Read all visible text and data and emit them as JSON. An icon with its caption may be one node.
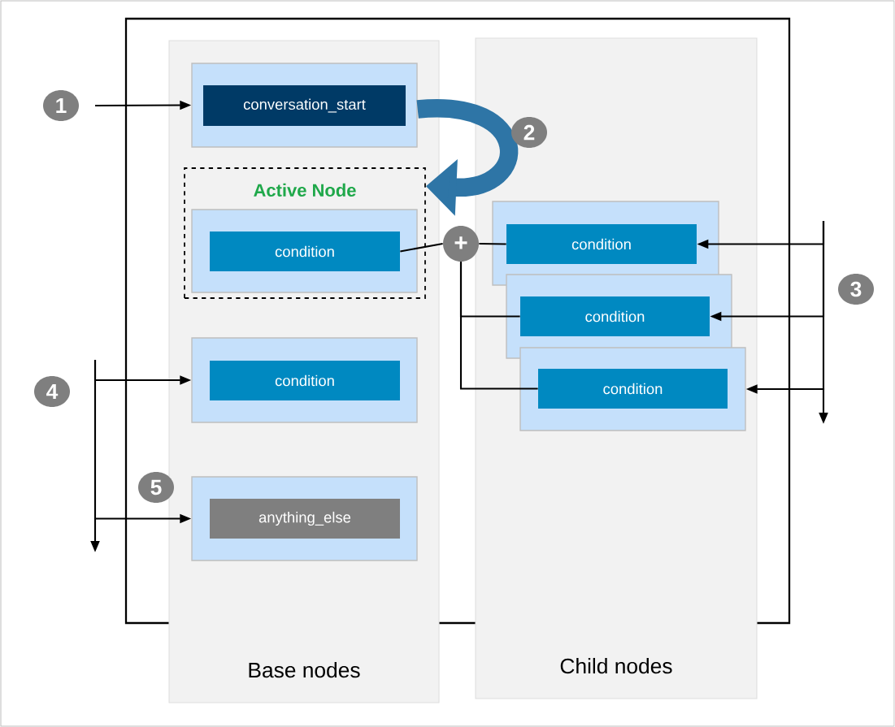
{
  "diagram": {
    "nodes": [
      {
        "text": [
          "Base nodes"
        ]
      },
      {
        "text": [
          "Child nodes"
        ]
      },
      {
        "text": [],
        "shape": "box",
        "in": 0
      },
      {
        "text": [
          "conversation_start"
        ],
        "in": 2
      },
      {
        "text": [
          "Active Node"
        ],
        "in": 0
      },
      {
        "text": [],
        "shape": "box",
        "in": 4
      },
      {
        "text": [
          "condition"
        ],
        "in": 5
      },
      {
        "text": [],
        "shape": "box",
        "in": 0
      },
      {
        "text": [
          "condition"
        ],
        "in": 7
      },
      {
        "text": [],
        "shape": "box",
        "in": 0
      },
      {
        "text": [
          "anything_else"
        ],
        "in": 9
      },
      {
        "text": [],
        "shape": "box",
        "in": 1
      },
      {
        "text": [
          "condition"
        ],
        "in": 11
      },
      {
        "text": [],
        "shape": "box",
        "in": 1
      },
      {
        "text": [
          "condition"
        ],
        "in": 13
      },
      {
        "text": [],
        "shape": "box",
        "in": 1
      },
      {
        "text": [
          "condition"
        ],
        "in": 15
      },
      {
        "text": [
          "+"
        ]
      }
    ],
    "edges": [
      {
        "from": null,
        "to": 2,
        "arrow": "to"
      },
      {
        "from": 2,
        "to": 4,
        "arrow": "to",
        "style": "thick",
        "color": "#2e75a6"
      },
      {
        "from": 6,
        "to": 17,
        "arrow": "none"
      },
      {
        "from": 17,
        "to": 12,
        "arrow": "none"
      },
      {
        "from": 17,
        "to": 14,
        "arrow": "none"
      },
      {
        "from": 17,
        "to": 16,
        "arrow": "none"
      },
      {
        "from": null,
        "to": 12,
        "arrow": "to"
      },
      {
        "from": null,
        "to": 14,
        "arrow": "to"
      },
      {
        "from": null,
        "to": 15,
        "arrow": "to"
      },
      {
        "from": null,
        "to": 7,
        "arrow": "to"
      },
      {
        "from": null,
        "to": 9,
        "arrow": "to"
      }
    ],
    "labels": [
      "1",
      "2",
      "3",
      "4",
      "5"
    ]
  }
}
